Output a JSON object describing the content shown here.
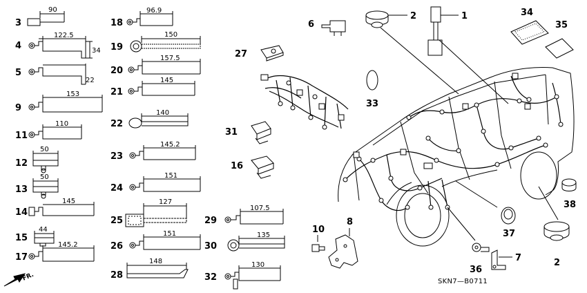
{
  "diagram_code": "SKN7—B0711",
  "front_label": "FR.",
  "callouts": {
    "p1": "1",
    "p2a": "2",
    "p2b": "2",
    "p3": "3",
    "p4": "4",
    "p5": "5",
    "p6": "6",
    "p7": "7",
    "p8": "8",
    "p9": "9",
    "p10": "10",
    "p11": "11",
    "p12": "12",
    "p13": "13",
    "p14": "14",
    "p15": "15",
    "p16": "16",
    "p17": "17",
    "p18": "18",
    "p19": "19",
    "p20": "20",
    "p21": "21",
    "p22": "22",
    "p23": "23",
    "p24": "24",
    "p25": "25",
    "p26": "26",
    "p27": "27",
    "p28": "28",
    "p29": "29",
    "p30": "30",
    "p31": "31",
    "p32": "32",
    "p33": "33",
    "p34": "34",
    "p35": "35",
    "p36": "36",
    "p37": "37",
    "p38": "38"
  },
  "dimensions": {
    "d3": "90",
    "d4a": "122.5",
    "d4b": "34",
    "d5": "22",
    "d9": "153",
    "d11": "110",
    "d12": "50",
    "d13": "50",
    "d14": "145",
    "d15": "44",
    "d17": "145.2",
    "d18": "96.9",
    "d19": "150",
    "d20": "157.5",
    "d21": "145",
    "d22": "140",
    "d23": "145.2",
    "d24": "151",
    "d25": "127",
    "d26": "151",
    "d28": "148",
    "d29": "107.5",
    "d30": "135",
    "d32": "130"
  }
}
